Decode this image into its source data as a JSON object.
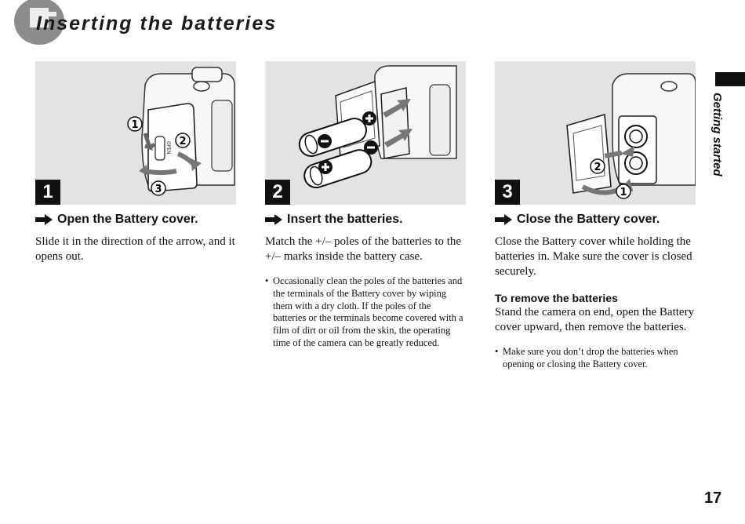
{
  "header": {
    "title": "Inserting the batteries"
  },
  "side_tab": {
    "label": "Getting started"
  },
  "page_number": "17",
  "steps": [
    {
      "number": "1",
      "heading": "Open the Battery cover.",
      "body": "Slide it in the direction of the arrow, and it opens out.",
      "figure_labels": {
        "lever": "OPEN",
        "c1": "1",
        "c2": "2",
        "c3": "3"
      }
    },
    {
      "number": "2",
      "heading": "Insert the batteries.",
      "body": "Match the +/– poles of the batteries to the +/– marks inside the battery case.",
      "bullet": "Occasionally clean the poles of the batteries and the terminals of the Battery cover by wiping them with a dry cloth. If the poles of the batteries or the terminals become covered with a film of dirt or oil from the skin, the operating time of the camera can be greatly reduced."
    },
    {
      "number": "3",
      "heading": "Close the Battery cover.",
      "body": "Close the Battery cover while holding the batteries in. Make sure the cover is closed securely.",
      "subheading": "To remove the batteries",
      "sub_body": "Stand the camera on end, open the Battery cover upward, then remove the batteries.",
      "bullet": "Make sure you don’t drop the batteries when opening or closing the Battery cover.",
      "figure_labels": {
        "c1": "1",
        "c2": "2"
      }
    }
  ]
}
